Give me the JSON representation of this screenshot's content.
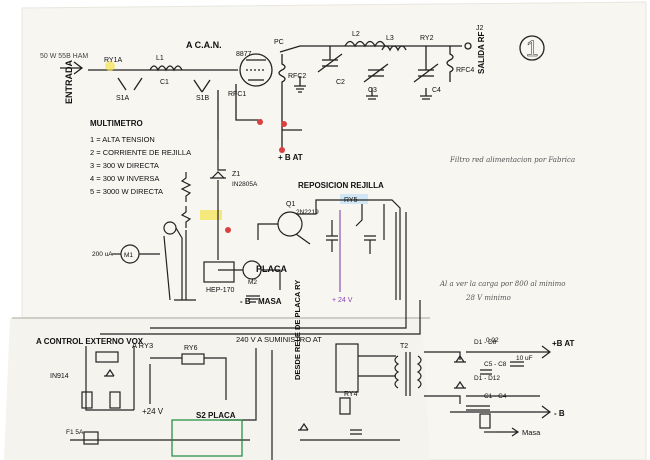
{
  "diagram": {
    "sheet_number": "1",
    "input": {
      "label": "ENTRADA",
      "note": "50 W 55B HAM",
      "relay": "RY1A"
    },
    "output": {
      "label": "SALIDA RF",
      "jack": "J2",
      "relay": "RY2"
    },
    "antenna_tuner": "A C.A.N.",
    "tube": "8877",
    "switches": [
      "S1A",
      "S1B"
    ],
    "rf_parts": [
      "L1",
      "L2",
      "L3",
      "PC",
      "RFC1",
      "RFC2",
      "RFC4",
      "C1",
      "C2",
      "C3",
      "C4"
    ],
    "supply_labels": [
      "+ B AT",
      "+B AT",
      "- B",
      "MASA",
      "+ 24 V",
      "+24 V",
      "Masa"
    ],
    "meter": {
      "title": "MULTIMETRO",
      "items": [
        "1 = ALTA TENSION",
        "2 = CORRIENTE DE REJILLA",
        "3 = 300 W DIRECTA",
        "4 = 300 W INVERSA",
        "5 = 3000 W DIRECTA"
      ],
      "scale": "200 uA",
      "name": "M1"
    },
    "grid_reset": {
      "title": "REPOSICION REJILLA",
      "transistor": "Q1",
      "part": "2N2219",
      "relay": "RY5"
    },
    "plate": {
      "label": "PLACA",
      "meter": "M2",
      "part": "HEP-170"
    },
    "zener": {
      "label": "Z1",
      "part": "IN2805A"
    },
    "control": {
      "vox": "A CONTROL EXTERNO VOX",
      "relay_ry3": "A RY3",
      "relay_ry6": "RY6",
      "relay_ry4": "RY4",
      "diode": "IN914",
      "supply": "240 V A SUMINISTRO AT",
      "plate_switch": "S2 PLACA",
      "desde_relay": "DESDE RELE DE PLACA RY",
      "transformer": "T2",
      "bridge": [
        "D1 - D8",
        "D1 - D12"
      ],
      "caps": [
        "C1 - C4",
        "C5 - C8"
      ],
      "filter": [
        "0.02",
        "10 uF"
      ],
      "fuse": "F1 5A"
    },
    "handwritten": [
      "Filtro red alimentacion por Fabrica",
      "Al a ver la carga por 800 al minimo",
      "28 V minimo"
    ]
  }
}
